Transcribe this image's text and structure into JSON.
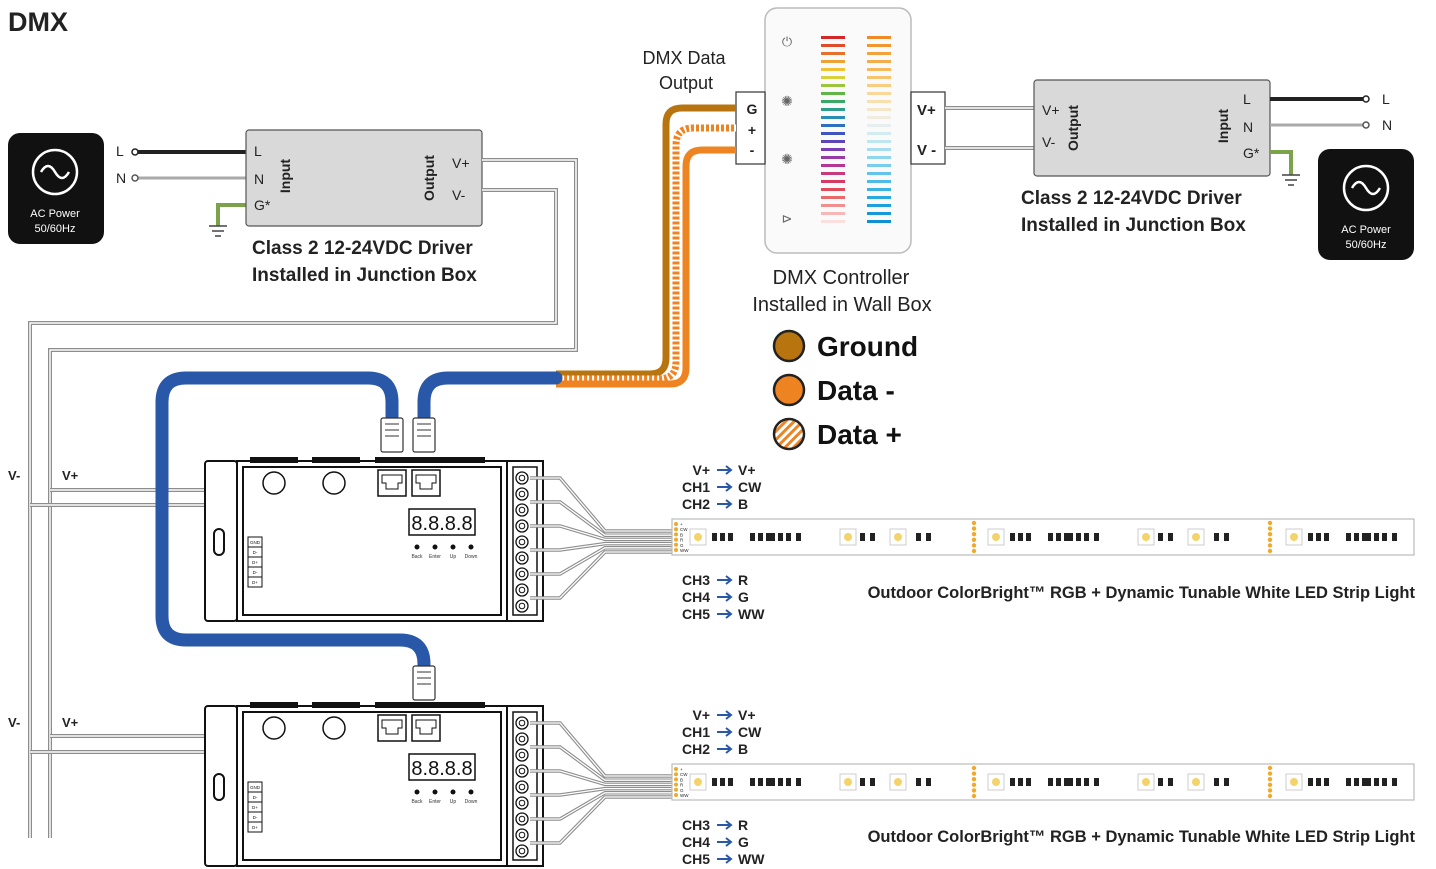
{
  "title": "DMX",
  "ac_power": {
    "line1": "AC Power",
    "line2": "50/60Hz"
  },
  "mains_labels": {
    "l": "L",
    "n": "N"
  },
  "driver": {
    "input_label": "Input",
    "output_label": "Output",
    "term_l": "L",
    "term_n": "N",
    "term_g": "G*",
    "term_vplus": "V+",
    "term_vminus": "V-",
    "caption_line1": "Class 2 12-24VDC Driver",
    "caption_line2": "Installed in Junction Box"
  },
  "controller": {
    "data_output_line1": "DMX Data",
    "data_output_line2": "Output",
    "term_g": "G",
    "term_plus": "+",
    "term_minus": "-",
    "term_vplus": "V+",
    "term_vminus": "V -",
    "caption_line1": "DMX Controller",
    "caption_line2": "Installed in Wall Box"
  },
  "legend": [
    {
      "label": "Ground",
      "color": "#b8740f",
      "pattern": "solid"
    },
    {
      "label": "Data -",
      "color": "#ee8322",
      "pattern": "solid"
    },
    {
      "label": "Data +",
      "color": "#ee8322",
      "pattern": "striped"
    }
  ],
  "bus_labels": {
    "vminus": "V-",
    "vplus": "V+"
  },
  "decoder": {
    "display": "8.8.8.8",
    "buttons": [
      "Back",
      "Enter",
      "Up",
      "Down"
    ],
    "side_terminals": [
      "GND",
      "D-",
      "D+",
      "D-",
      "D+"
    ]
  },
  "channel_map_top": [
    {
      "from": "V+",
      "to": "V+"
    },
    {
      "from": "CH1",
      "to": "CW"
    },
    {
      "from": "CH2",
      "to": "B"
    }
  ],
  "channel_map_bottom": [
    {
      "from": "CH3",
      "to": "R"
    },
    {
      "from": "CH4",
      "to": "G"
    },
    {
      "from": "CH5",
      "to": "WW"
    }
  ],
  "strip": {
    "caption": "Outdoor ColorBright™ RGB + Dynamic Tunable White LED Strip Light",
    "pads": [
      "+",
      "CW",
      "B",
      "R",
      "G",
      "WW"
    ]
  },
  "colors": {
    "cable_blue": "#2a58a8",
    "ground_brown": "#b8740f",
    "data_orange": "#ee8322",
    "wire_gray": "#8d8d8d",
    "arrow_blue": "#2a58a8",
    "panel_black": "#111111",
    "box_gray": "#d9d9d9"
  }
}
